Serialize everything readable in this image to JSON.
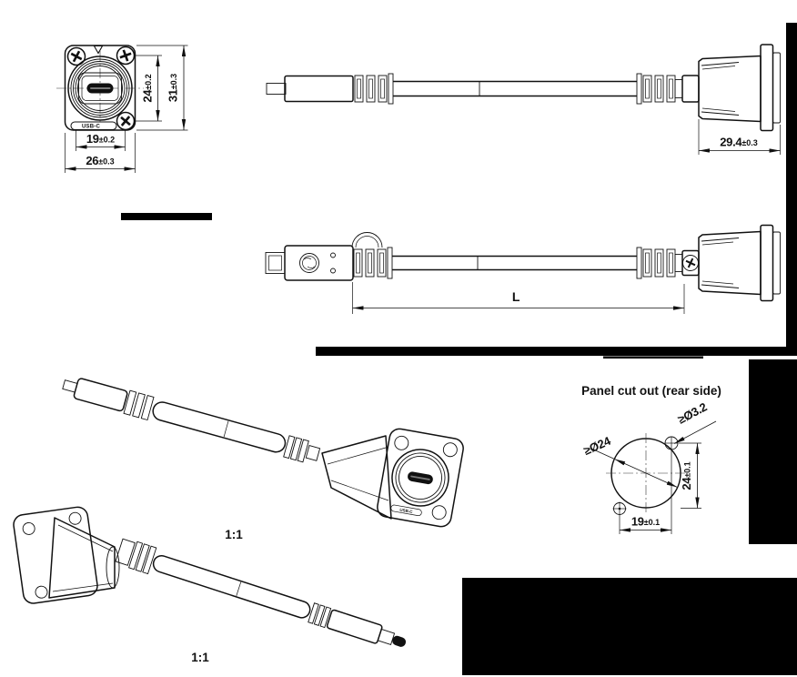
{
  "drawing": {
    "front_view": {
      "usb_label": "USB-C",
      "dims": {
        "inner_width": {
          "value": "19",
          "tol": "±0.2"
        },
        "outer_width": {
          "value": "26",
          "tol": "±0.3"
        },
        "inner_height": {
          "value": "24",
          "tol": "±0.2"
        },
        "outer_height": {
          "value": "31",
          "tol": "±0.3"
        }
      }
    },
    "side_view_top": {
      "dims": {
        "connector_depth": {
          "value": "29.4",
          "tol": "±0.3"
        }
      }
    },
    "side_view_mid": {
      "dims": {
        "cable_length_label": "L"
      }
    },
    "iso_views": {
      "scale_label_1": "1:1",
      "scale_label_2": "1:1",
      "usb_label": "USB-C"
    },
    "panel_cutout": {
      "title": "Panel cut out (rear side)",
      "dims": {
        "main_hole": "≥Ø24",
        "small_hole": "≥Ø3.2",
        "hole_spacing_v": {
          "value": "24",
          "tol": "±0.1"
        },
        "hole_spacing_h": {
          "value": "19",
          "tol": "±0.1"
        }
      }
    },
    "colors": {
      "line": "#111111",
      "redaction": "#000000",
      "background": "#ffffff"
    }
  }
}
